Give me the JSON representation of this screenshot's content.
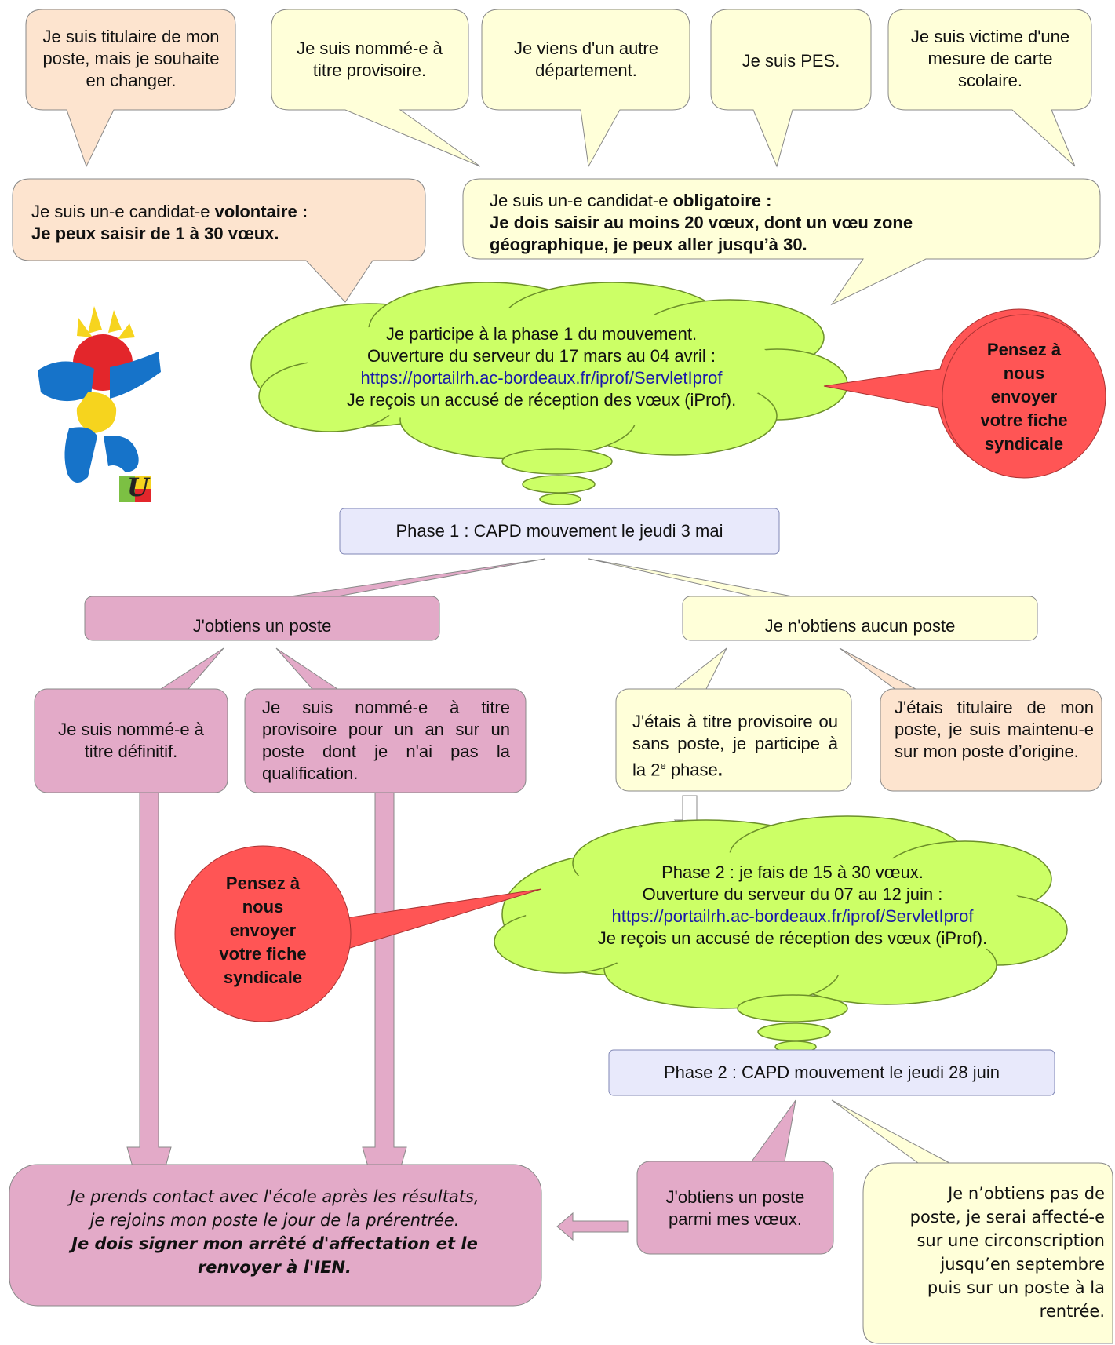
{
  "bubbles_top": {
    "titulaire": "Je suis titulaire de mon poste, mais je souhaite en changer.",
    "provisoire": "Je suis nommé-e à titre provisoire.",
    "autre_dept": "Je viens d'un autre département.",
    "pes": "Je suis PES.",
    "carte": "Je suis victime d'une mesure de carte scolaire."
  },
  "volontaire": {
    "prefix": "Je suis un-e candidat-e ",
    "bold_word": "volontaire :",
    "line2": "Je peux saisir de 1 à 30 vœux."
  },
  "obligatoire": {
    "prefix": "Je suis un-e candidat-e ",
    "bold_word": "obligatoire :",
    "line2": "Je dois saisir au moins 20 vœux, dont un vœu zone",
    "line3": "géographique,  je peux aller jusqu’à 30."
  },
  "cloud1": {
    "line1": "Je participe à la phase 1 du mouvement.",
    "line2": "Ouverture du serveur du 17 mars au 04 avril :",
    "link": "https://portailrh.ac-bordeaux.fr/iprof/ServletIprof",
    "line4": "Je reçois un accusé de réception des vœux (iProf)."
  },
  "reminder": {
    "line1": "Pensez à",
    "line2": "nous",
    "line3": "envoyer",
    "line4": "votre fiche",
    "line5": "syndicale"
  },
  "phase1_box": "Phase 1 : CAPD mouvement le jeudi 3 mai",
  "obtiens_poste": "J'obtiens un poste",
  "aucun_poste": "Je n'obtiens aucun poste",
  "definitif": "Je suis nommé-e à titre définitif.",
  "provisoire_an": "Je suis nommé-e à titre provisoire pour un an sur un poste dont je n'ai pas la qualification.",
  "etais_provisoire": {
    "text": "J'étais à titre provisoire ou sans poste, je participe à la 2",
    "sup": "e",
    "end": " phase",
    "dot": "."
  },
  "etais_titulaire": "J'étais titulaire de mon poste, je suis maintenu-e sur mon poste d’origine.",
  "cloud2": {
    "line1": "Phase 2 : je fais de 15 à 30 vœux.",
    "line2": "Ouverture du serveur du 07 au 12 juin :",
    "link": "https://portailrh.ac-bordeaux.fr/iprof/ServletIprof",
    "line4": "Je reçois un accusé de réception des vœux (iProf)."
  },
  "phase2_box": "Phase 2 : CAPD mouvement le jeudi 28 juin",
  "final_box": {
    "line1": "Je  prends contact avec l'école après les résultats,",
    "line2": "je rejoins mon poste le jour de la prérentrée.",
    "line3": "Je dois signer mon arrêté d'affectation et le",
    "line4": "renvoyer à l'IEN."
  },
  "obtiens_voeux": "J'obtiens un poste parmi mes vœux.",
  "pas_de_poste": {
    "line1": "Je n’obtiens pas de",
    "line2": "poste, je serai affecté-e",
    "line3": "sur une circonscription",
    "line4": "jusqu’en septembre",
    "line5": "puis sur un poste à la",
    "line6": "rentrée."
  },
  "logo": {
    "letter": "U"
  },
  "colors": {
    "peach": "#fde4cf",
    "cream": "#ffffd9",
    "pink": "#e3aac8",
    "lavender": "#e8e9fb",
    "green": "#ccff66",
    "red": "#ff5555"
  }
}
